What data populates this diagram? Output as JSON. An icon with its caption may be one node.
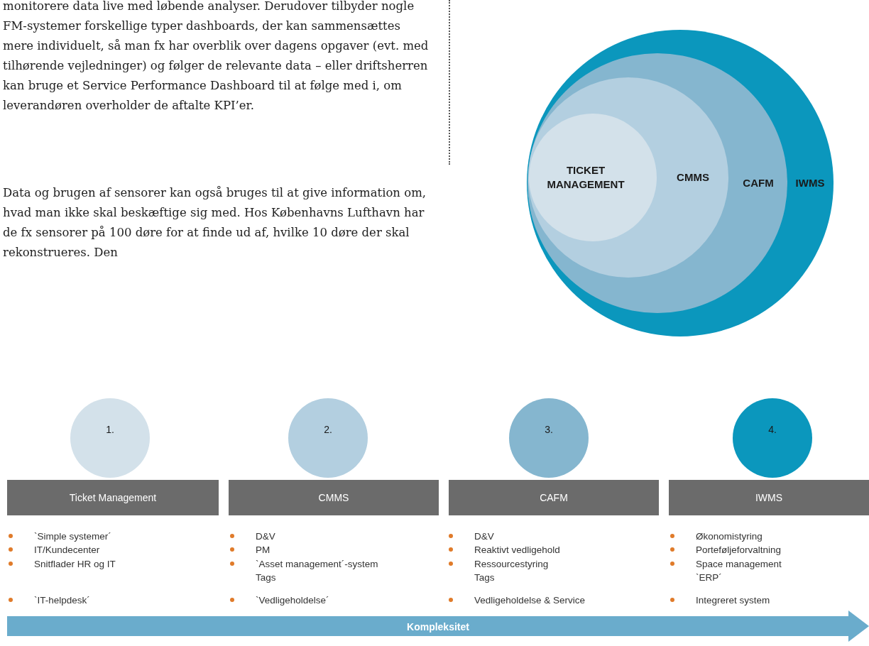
{
  "diagram": {
    "nodes": [
      {
        "text": [
          "IWMS"
        ]
      },
      {
        "text": [
          "CAFM"
        ],
        "in": 0
      },
      {
        "text": [
          "CMMS"
        ],
        "in": 1
      },
      {
        "text": [
          "TICKET MANAGEMENT"
        ],
        "in": 2
      },
      {
        "text": [
          "1."
        ]
      },
      {
        "text": [
          "2."
        ]
      },
      {
        "text": [
          "3."
        ]
      },
      {
        "text": [
          "4."
        ]
      },
      {
        "text": [
          "Ticket Management"
        ]
      },
      {
        "text": [
          "CMMS"
        ]
      },
      {
        "text": [
          "CAFM"
        ]
      },
      {
        "text": [
          "IWMS"
        ]
      },
      {
        "text": [
          "Kompleksitet"
        ]
      }
    ],
    "edges": [],
    "labels": [
      "monitorere data live med løbende analyser. Derudover tilbyder nogle FM-systemer forskellige typer dashboards, der kan sammensættes mere individuelt, så man fx har overblik over dagens opgaver (evt. med tilhørende vejledninger) og følger de relevante data – eller driftsherren kan bruge et Service Performance Dashboard til at følge med i, om leverandøren overholder de aftalte KPI’er.",
      "Data og brugen af sensorer kan også bruges til at give information om, hvad man ikke skal beskæftige sig med. Hos Københavns Lufthavn har de fx sensorer på 100 døre for at finde ud af, hvilke 10 døre der skal rekonstrueres. Den",
      "`Simple systemer´",
      "IT/Kundecenter",
      "Snitflader HR og IT",
      "`IT-helpdesk´",
      "D&V",
      "PM",
      "`Asset management´-system",
      "Tags",
      "`Vedligeholdelse´",
      "D&V",
      "Reaktivt vedligehold",
      "Ressourcestyring",
      "Tags",
      "Vedligeholdelse & Service",
      "Økonomistyring",
      "Porteføljeforvaltning",
      "Space management",
      "`ERP´",
      "Integreret system"
    ]
  }
}
